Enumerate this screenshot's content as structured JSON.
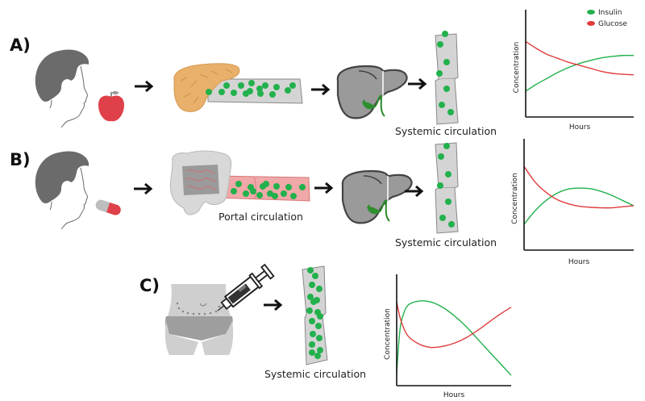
{
  "figure": {
    "colors": {
      "insulin": "#22b14c",
      "glucose": "#e03c3c",
      "organ_gray": "#8c8c8c",
      "vessel_gray": "#d4d4d4",
      "vessel_red": "#f0a0a0",
      "pancreas": "#e8b06a",
      "apple": "#e0404a",
      "skin": "#6b6b6b"
    },
    "panels": [
      {
        "label": "A)",
        "route": "oral (food)",
        "steps": [
          "head-eating-apple",
          "pancreas-to-portal-vessel",
          "liver",
          "systemic-vessel"
        ],
        "captions": [
          "Systemic circulation"
        ]
      },
      {
        "label": "B)",
        "route": "oral (pill)",
        "steps": [
          "head-taking-pill",
          "intestine-to-portal-vessel",
          "liver",
          "systemic-vessel"
        ],
        "captions": [
          "Portal circulation",
          "Systemic circulation"
        ]
      },
      {
        "label": "C)",
        "route": "subcutaneous injection",
        "steps": [
          "abdomen-with-syringe",
          "systemic-vessel"
        ],
        "captions": [
          "Systemic circulation"
        ]
      }
    ],
    "legend": {
      "insulin": "Insulin",
      "glucose": "Glucose"
    }
  },
  "chart_data": [
    {
      "type": "line",
      "panel": "A",
      "title": "",
      "xlabel": "Hours",
      "ylabel": "Concentration",
      "xlim": [
        0,
        10
      ],
      "ylim": [
        0,
        10
      ],
      "grid": false,
      "legend": "top-right",
      "series": [
        {
          "name": "Insulin",
          "color": "#22b14c",
          "x": [
            0,
            1,
            2,
            3,
            4,
            5,
            6,
            7,
            8,
            9,
            10
          ],
          "values": [
            2.6,
            3.3,
            3.9,
            4.5,
            5.0,
            5.4,
            5.7,
            5.95,
            6.1,
            6.2,
            6.2
          ]
        },
        {
          "name": "Glucose",
          "color": "#e03c3c",
          "x": [
            0,
            1,
            2,
            3,
            4,
            5,
            6,
            7,
            8,
            9,
            10
          ],
          "values": [
            7.6,
            6.9,
            6.3,
            5.9,
            5.5,
            5.2,
            4.9,
            4.6,
            4.4,
            4.3,
            4.25
          ]
        }
      ]
    },
    {
      "type": "line",
      "panel": "B",
      "title": "",
      "xlabel": "Hours",
      "ylabel": "Concentration",
      "xlim": [
        0,
        10
      ],
      "ylim": [
        0,
        10
      ],
      "grid": false,
      "legend": "none",
      "series": [
        {
          "name": "Insulin",
          "color": "#22b14c",
          "x": [
            0,
            1,
            2,
            3,
            4,
            5,
            6,
            7,
            8,
            9,
            10
          ],
          "values": [
            2.5,
            3.8,
            4.8,
            5.5,
            5.9,
            6.0,
            5.95,
            5.7,
            5.3,
            4.8,
            4.3
          ]
        },
        {
          "name": "Glucose",
          "color": "#e03c3c",
          "x": [
            0,
            1,
            2,
            3,
            4,
            5,
            6,
            7,
            8,
            9,
            10
          ],
          "values": [
            8.1,
            6.6,
            5.6,
            4.9,
            4.5,
            4.25,
            4.15,
            4.1,
            4.1,
            4.2,
            4.3
          ]
        }
      ]
    },
    {
      "type": "line",
      "panel": "C",
      "title": "",
      "xlabel": "Hours",
      "ylabel": "Concentration",
      "xlim": [
        0,
        10
      ],
      "ylim": [
        0,
        10
      ],
      "grid": false,
      "legend": "none",
      "series": [
        {
          "name": "Insulin",
          "color": "#22b14c",
          "x": [
            0,
            0.25,
            0.5,
            1,
            2,
            3,
            4,
            5,
            6,
            7,
            8,
            9,
            10
          ],
          "values": [
            1.2,
            5.0,
            6.6,
            7.8,
            8.2,
            8.1,
            7.6,
            6.8,
            5.8,
            4.6,
            3.4,
            2.2,
            1.0
          ]
        },
        {
          "name": "Glucose",
          "color": "#e03c3c",
          "x": [
            0,
            0.25,
            0.5,
            1,
            2,
            3,
            4,
            5,
            6,
            7,
            8,
            9,
            10
          ],
          "values": [
            8.1,
            6.8,
            5.9,
            4.8,
            4.0,
            3.7,
            3.8,
            4.1,
            4.6,
            5.3,
            6.1,
            6.9,
            7.6
          ]
        }
      ]
    }
  ]
}
